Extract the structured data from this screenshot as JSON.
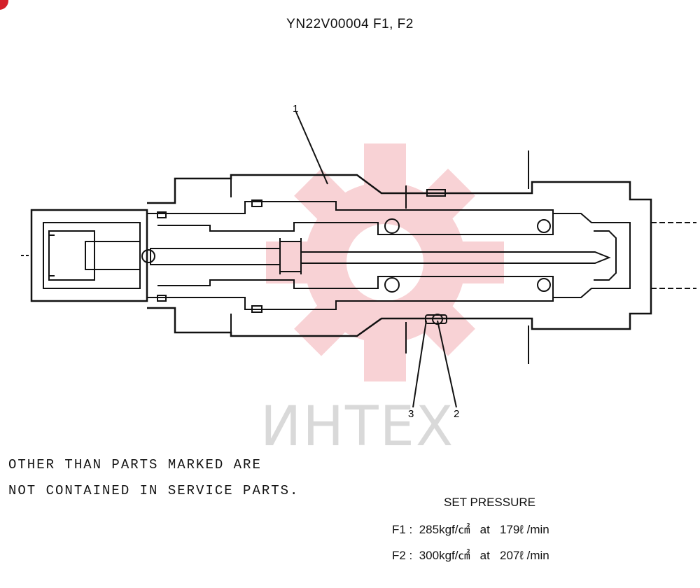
{
  "title": "YN22V00004 F1, F2",
  "callouts": [
    "1",
    "2",
    "3"
  ],
  "watermark": "ИНТЕХ",
  "note": {
    "line1": "OTHER THAN PARTS MARKED ARE",
    "line2": "NOT CONTAINED IN SERVICE PARTS."
  },
  "set_pressure": {
    "heading": "SET PRESSURE",
    "rows": [
      "F1 :  285kgf/㎠   at   179ℓ /min",
      "F2 :  300kgf/㎠   at   207ℓ /min"
    ]
  },
  "colors": {
    "line": "#111111",
    "watermark": "#f3b3b8",
    "mark": "#d4202a"
  }
}
